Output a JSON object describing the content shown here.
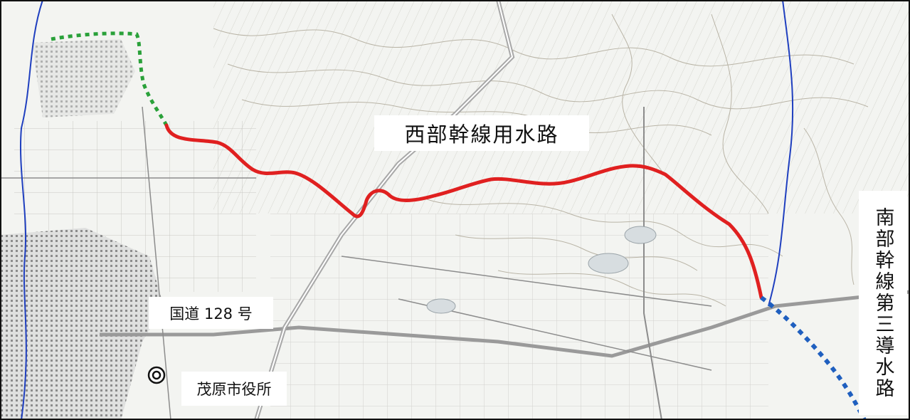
{
  "labels": {
    "west_canal": "西部幹線用水路",
    "south_canal": "南部幹線第三導水路",
    "national_road": "国道 128 号",
    "city_hall": "茂原市役所"
  },
  "legend_colors": {
    "west_canal_line": "#e02020",
    "upstream_dotted_line": "#2aa13a",
    "south_canal_dotted_line": "#1f5fbf",
    "river": "#1f3fbf",
    "terrain_background": "#f3f4f1"
  },
  "icons": {
    "city_hall_marker": "double-circle-icon"
  }
}
